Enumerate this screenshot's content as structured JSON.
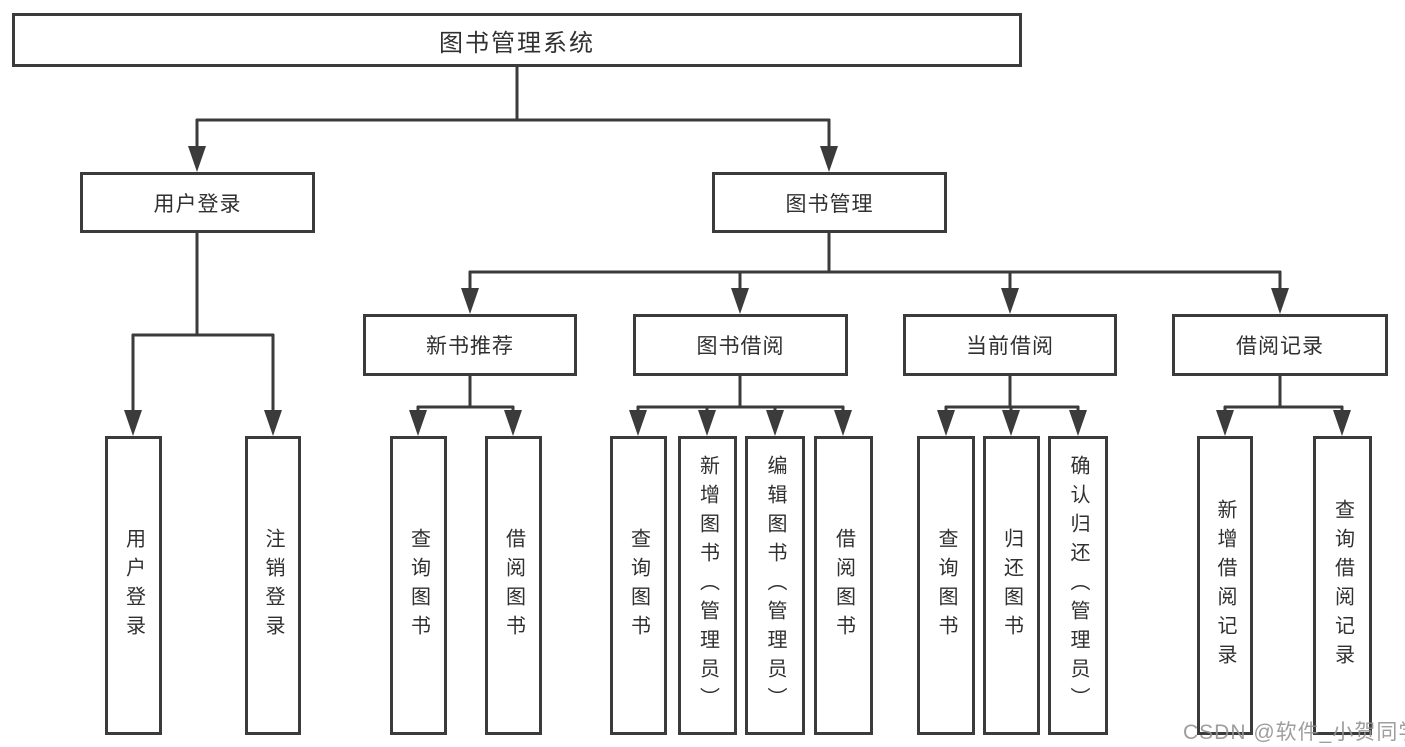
{
  "diagram": {
    "type": "hierarchy-tree",
    "title": "图书管理系统",
    "watermark": "CSDN @软件_小贺同学",
    "colors": {
      "background": "#ffffff",
      "box_border": "#3b3b3b",
      "connector_line": "#3b3b3b",
      "arrowhead": "#3b3b3b",
      "text": "#303030",
      "watermark": "#949494"
    },
    "nodes": {
      "root": {
        "label": "图书管理系统"
      },
      "user_login": {
        "label": "用户登录"
      },
      "book_mgmt": {
        "label": "图书管理"
      },
      "new_books": {
        "label": "新书推荐"
      },
      "book_borrow": {
        "label": "图书借阅"
      },
      "current_borrow": {
        "label": "当前借阅"
      },
      "borrow_records": {
        "label": "借阅记录"
      },
      "user_login_leaf": {
        "label": "用户登录"
      },
      "logout": {
        "label": "注销登录"
      },
      "nb_query": {
        "label": "查询图书"
      },
      "nb_borrow": {
        "label": "借阅图书"
      },
      "bb_query": {
        "label": "查询图书"
      },
      "bb_add": {
        "label": "新增图书（管理员）"
      },
      "bb_edit": {
        "label": "编辑图书（管理员）"
      },
      "bb_borrow": {
        "label": "借阅图书"
      },
      "cb_query": {
        "label": "查询图书"
      },
      "cb_return": {
        "label": "归还图书"
      },
      "cb_confirm": {
        "label": "确认归还（管理员）"
      },
      "br_add": {
        "label": "新增借阅记录"
      },
      "br_query": {
        "label": "查询借阅记录"
      }
    },
    "edges": [
      [
        "root",
        "user_login"
      ],
      [
        "root",
        "book_mgmt"
      ],
      [
        "user_login",
        "user_login_leaf"
      ],
      [
        "user_login",
        "logout"
      ],
      [
        "book_mgmt",
        "new_books"
      ],
      [
        "book_mgmt",
        "book_borrow"
      ],
      [
        "book_mgmt",
        "current_borrow"
      ],
      [
        "book_mgmt",
        "borrow_records"
      ],
      [
        "new_books",
        "nb_query"
      ],
      [
        "new_books",
        "nb_borrow"
      ],
      [
        "book_borrow",
        "bb_query"
      ],
      [
        "book_borrow",
        "bb_add"
      ],
      [
        "book_borrow",
        "bb_edit"
      ],
      [
        "book_borrow",
        "bb_borrow"
      ],
      [
        "current_borrow",
        "cb_query"
      ],
      [
        "current_borrow",
        "cb_return"
      ],
      [
        "current_borrow",
        "cb_confirm"
      ],
      [
        "borrow_records",
        "br_add"
      ],
      [
        "borrow_records",
        "br_query"
      ]
    ]
  }
}
